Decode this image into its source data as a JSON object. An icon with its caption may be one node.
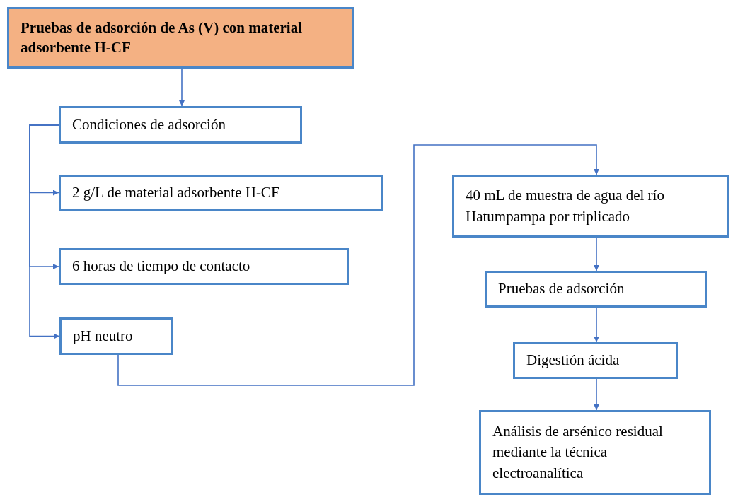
{
  "diagram": {
    "nodes": [
      {
        "text": [
          "Pruebas de adsorción de As (V) con material adsorbente H-CF"
        ]
      },
      {
        "text": [
          "Condiciones de adsorción"
        ]
      },
      {
        "text": [
          "2 g/L de material adsorbente H-CF"
        ]
      },
      {
        "text": [
          "6 horas de tiempo de contacto"
        ]
      },
      {
        "text": [
          "pH neutro"
        ]
      },
      {
        "text": [
          "40 mL de muestra de agua del río Hatumpampa por triplicado"
        ]
      },
      {
        "text": [
          "Pruebas de adsorción"
        ]
      },
      {
        "text": [
          "Digestión ácida"
        ]
      },
      {
        "text": [
          "Análisis de arsénico residual mediante la técnica electroanalítica"
        ]
      }
    ],
    "edges": [
      {
        "from": 0,
        "to": 1,
        "arrow": "to"
      },
      {
        "from": 1,
        "to": 2,
        "arrow": "to"
      },
      {
        "from": 1,
        "to": 3,
        "arrow": "to"
      },
      {
        "from": 1,
        "to": 4,
        "arrow": "to"
      },
      {
        "from": 4,
        "to": 5,
        "arrow": "to"
      },
      {
        "from": 5,
        "to": 6,
        "arrow": "to"
      },
      {
        "from": 6,
        "to": 7,
        "arrow": "to"
      },
      {
        "from": 7,
        "to": 8,
        "arrow": "to"
      }
    ]
  }
}
